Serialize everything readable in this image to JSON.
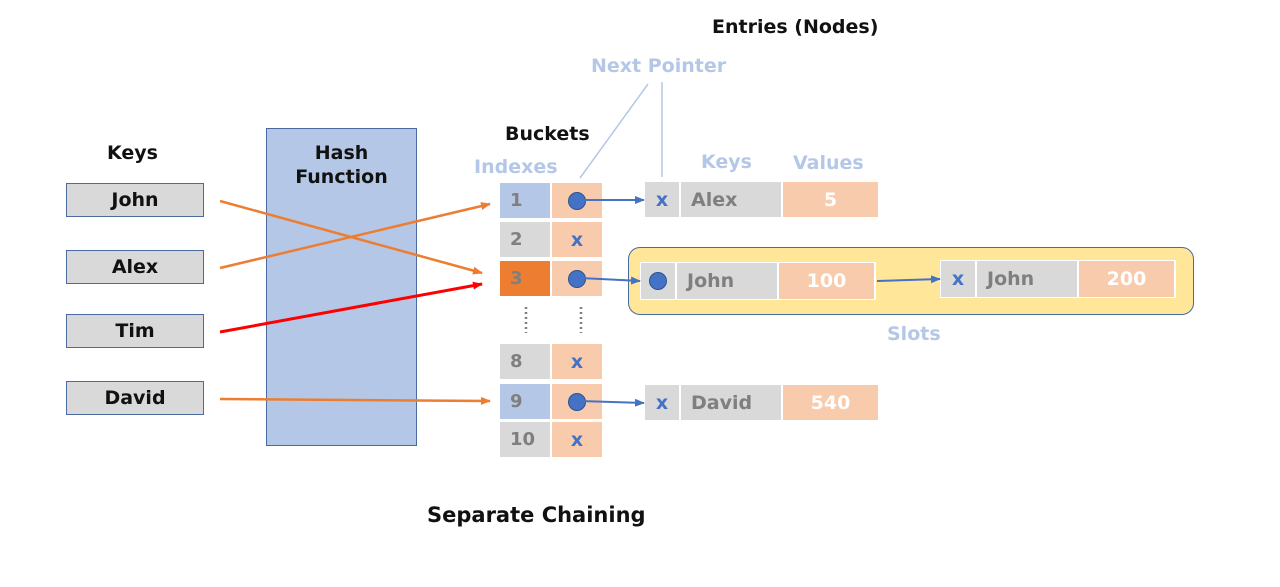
{
  "title": "Separate Chaining",
  "labels": {
    "keys": "Keys",
    "hash_function": "Hash\nFunction",
    "buckets": "Buckets",
    "indexes": "Indexes",
    "entries": "Entries (Nodes)",
    "next_pointer": "Next Pointer",
    "node_keys": "Keys",
    "node_values": "Values",
    "slots": "Slots"
  },
  "input_keys": [
    "John",
    "Alex",
    "Tim",
    "David"
  ],
  "buckets": [
    {
      "index": "1",
      "pointer": "dot",
      "highlight": "blue"
    },
    {
      "index": "2",
      "pointer": "x",
      "highlight": "grey"
    },
    {
      "index": "3",
      "pointer": "dot",
      "highlight": "orange"
    },
    {
      "index": "8",
      "pointer": "x",
      "highlight": "grey"
    },
    {
      "index": "9",
      "pointer": "dot",
      "highlight": "blue"
    },
    {
      "index": "10",
      "pointer": "x",
      "highlight": "grey"
    }
  ],
  "nodes": [
    {
      "bucket": "1",
      "next": "x",
      "key": "Alex",
      "value": "5"
    },
    {
      "bucket": "3",
      "next": "dot",
      "key": "John",
      "value": "100"
    },
    {
      "bucket": "3",
      "next": "x",
      "key": "John",
      "value": "200"
    },
    {
      "bucket": "9",
      "next": "x",
      "key": "David",
      "value": "540"
    }
  ],
  "mappings": [
    {
      "key": "John",
      "bucket": "3",
      "color": "#ed7d31"
    },
    {
      "key": "Alex",
      "bucket": "1",
      "color": "#ed7d31"
    },
    {
      "key": "Tim",
      "bucket": "3",
      "color": "#ff0000"
    },
    {
      "key": "David",
      "bucket": "9",
      "color": "#ed7d31"
    }
  ],
  "colors": {
    "pointer_blue": "#4472c4",
    "label_pale_blue": "#b4c7e7",
    "value_peach": "#f8cbad",
    "collision_orange": "#ed7d31",
    "collision_red": "#ff0000",
    "slots_yellow": "#ffe699"
  }
}
